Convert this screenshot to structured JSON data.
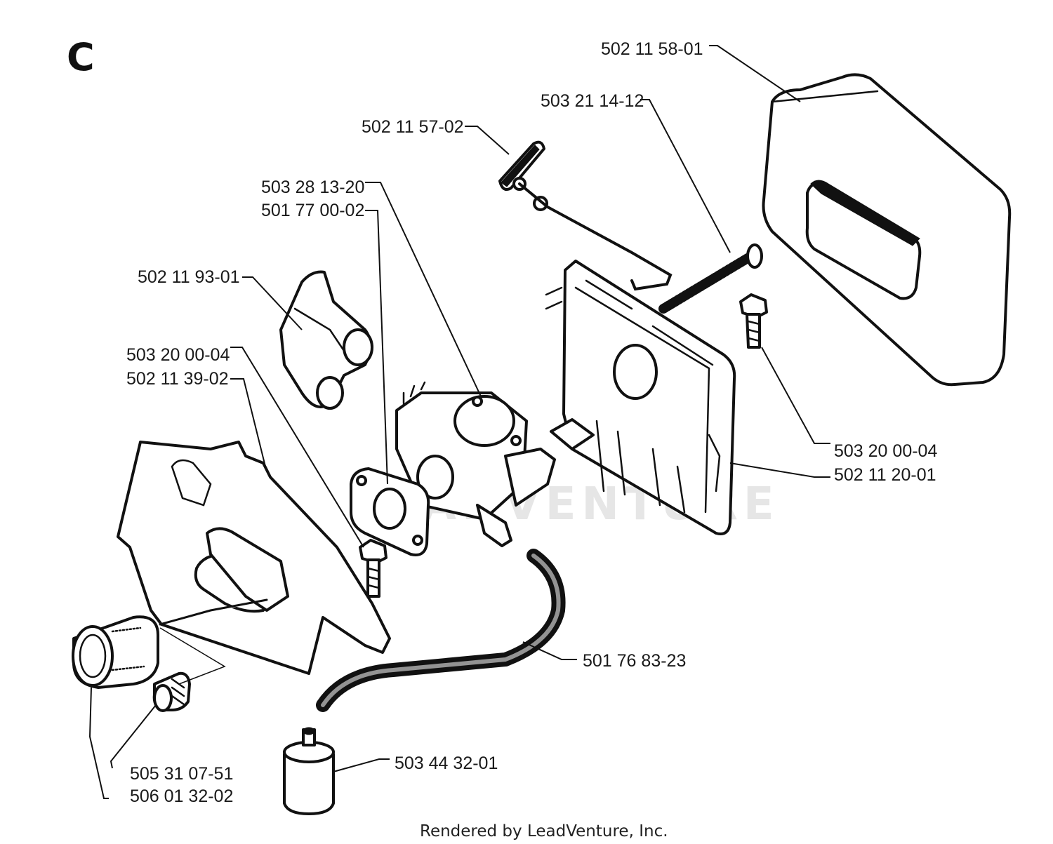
{
  "section_letter": "C",
  "footer_text": "Rendered by LeadVenture, Inc.",
  "watermark_text": "LEADVENTURE",
  "parts": [
    {
      "id": "air-filter",
      "label": "502 11 58-01"
    },
    {
      "id": "spring-bolt",
      "label": "503 21 14-12"
    },
    {
      "id": "choke-knob",
      "label": "502 11 57-02"
    },
    {
      "id": "carburetor",
      "label": "503 28 13-20"
    },
    {
      "id": "carburetor-gasket",
      "label": "501 77 00-02"
    },
    {
      "id": "intake-boot",
      "label": "502 11 93-01"
    },
    {
      "id": "screw-left",
      "label": "503 20 00-04"
    },
    {
      "id": "filter-cover",
      "label": "502 11 39-02"
    },
    {
      "id": "screw-right",
      "label": "503 20 00-04"
    },
    {
      "id": "filter-holder",
      "label": "502 11 20-01"
    },
    {
      "id": "fuel-hose",
      "label": "501 76 83-23"
    },
    {
      "id": "sleeve-small",
      "label": "505 31 07-51"
    },
    {
      "id": "grommet-large",
      "label": "506 01 32-02"
    },
    {
      "id": "fuel-filter",
      "label": "503 44 32-01"
    }
  ]
}
